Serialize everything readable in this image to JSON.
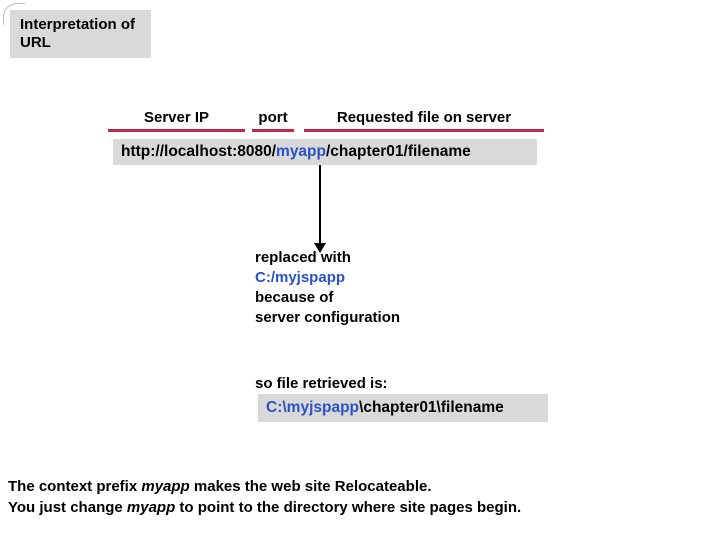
{
  "colors": {
    "highlight_blue": "#2a52c5",
    "underline_red": "#c42843",
    "box_gray": "#d9d9d9"
  },
  "title_box": {
    "text": "Interpretation of URL"
  },
  "url_diagram": {
    "labels": {
      "server_ip": "Server IP",
      "port": "port",
      "requested_file": "Requested file on server"
    },
    "url": {
      "prefix": "http://localhost:8080/",
      "context": "myapp",
      "suffix": "/chapter01/filename"
    }
  },
  "replacement_note": {
    "line1": "replaced with",
    "path": "C:/myjspapp",
    "line3": "because of",
    "line4": "server configuration"
  },
  "retrieved": {
    "label": "so file retrieved is:",
    "path_prefix": "C:\\myjspapp",
    "path_suffix": "\\chapter01\\filename"
  },
  "footer": {
    "line1": {
      "before": "The context prefix ",
      "emphasis": "myapp",
      "after": " makes the web site Relocateable."
    },
    "line2": {
      "before": "You just change ",
      "emphasis": "myapp",
      "after": " to point to the directory where site pages begin."
    }
  }
}
